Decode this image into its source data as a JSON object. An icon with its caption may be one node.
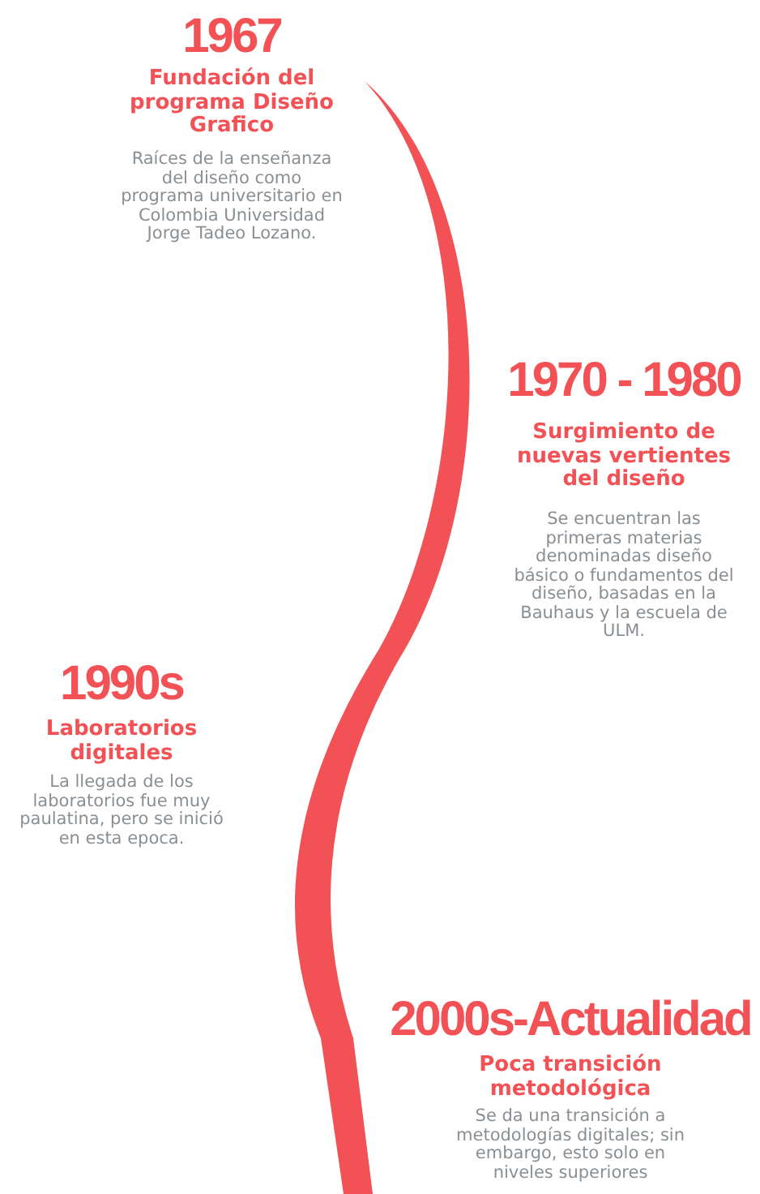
{
  "diagram": {
    "nodes": [
      {
        "text": [],
        "shape": "ribbon"
      }
    ],
    "labels": [
      "1967",
      "Fundación del programa Diseño Grafico",
      "Raíces de la enseñanza del diseño como programa universitario en Colombia Universidad Jorge Tadeo Lozano.",
      "1970 - 1980",
      "Surgimiento de nuevas vertientes del diseño",
      "Se encuentran las primeras materias denominadas diseño básico o fundamentos del diseño, basadas en la Bauhaus y la escuela de ULM.",
      "1990s",
      "Laboratorios digitales",
      "La llegada de los laboratorios fue muy paulatina, pero se inició en esta epoca.",
      "2000s-Actualidad",
      "Poca transición metodológica",
      "Se da una transición a metodologías digitales; sin embargo, esto solo en niveles superiores"
    ]
  }
}
